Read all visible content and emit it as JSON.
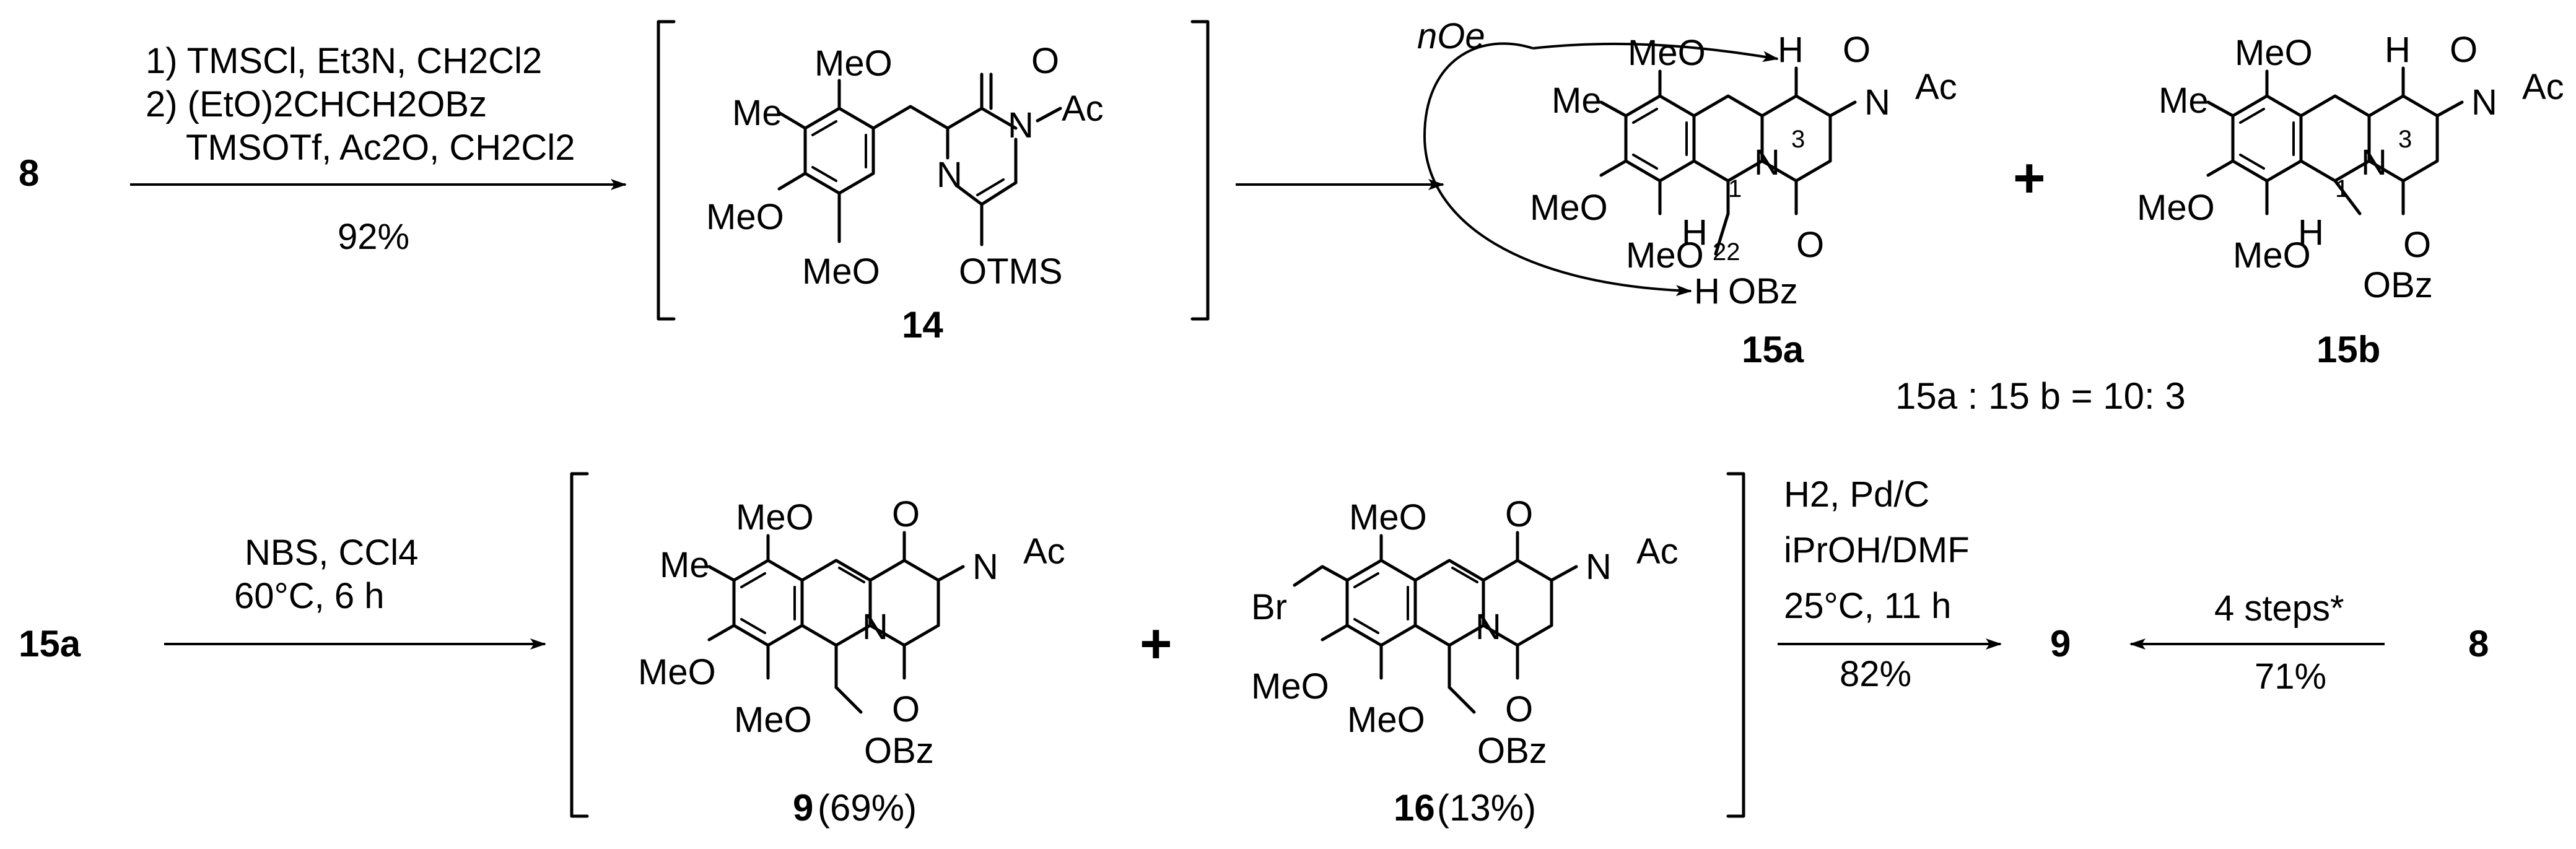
{
  "compounds": {
    "c8": "8",
    "c14": "14",
    "c15a": "15a",
    "c15b": "15b",
    "c9": "9",
    "c16": "16",
    "c9_yield": "(69%)",
    "c16_yield": "(13%)"
  },
  "steps": {
    "s1_line1": "1) TMSCl, Et3N, CH2Cl2",
    "s1_line2": "2) (EtO)2CHCH2OBz",
    "s1_line3": "TMSOTf, Ac2O, CH2Cl2",
    "s1_yield": "92%",
    "s3_line1": "NBS, CCl4",
    "s3_line2": "60°C, 6 h",
    "s4_line1": "H2, Pd/C",
    "s4_line2": "iPrOH/DMF",
    "s4_line3": "25°C, 11 h",
    "s4_yield": "82%",
    "s5_line1": "4 steps*",
    "s5_yield": "71%"
  },
  "ratio": "15a : 15 b = 10: 3",
  "noe_label": "nOe",
  "atoms": {
    "MeO": "MeO",
    "Me": "Me",
    "O": "O",
    "N": "N",
    "Ac": "Ac",
    "OTMS": "OTMS",
    "OBz": "OBz",
    "H": "H",
    "Br": "Br",
    "n1": "1",
    "n3": "3",
    "n22": "22",
    "plus": "+"
  }
}
